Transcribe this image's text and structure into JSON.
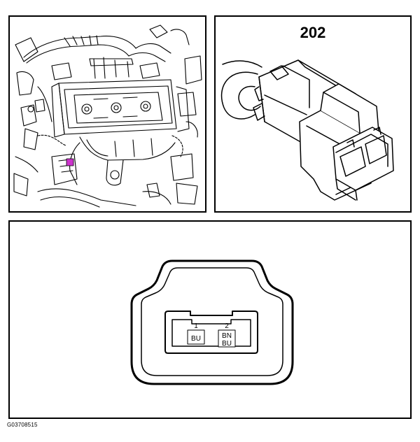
{
  "connector": {
    "number": "202",
    "highlight_color": "#cc33cc",
    "pins": [
      {
        "number": "1",
        "wire_color": [
          "BU"
        ]
      },
      {
        "number": "2",
        "wire_color": [
          "BN",
          "BU"
        ]
      }
    ]
  },
  "figure_code": "G03708515"
}
